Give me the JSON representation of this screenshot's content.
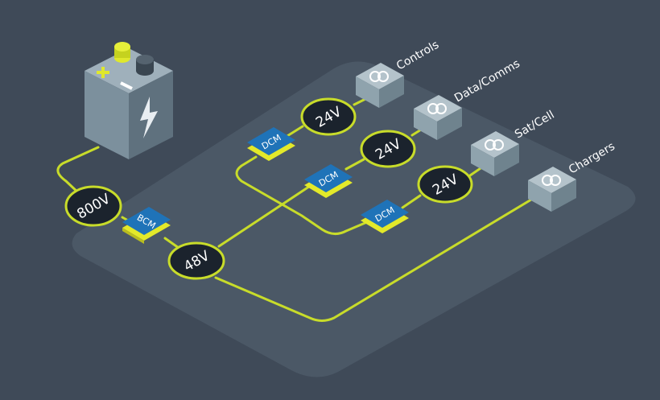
{
  "diagram": {
    "source": {
      "voltage": "800V"
    },
    "bus": {
      "converter": "BCM",
      "voltage": "48V"
    },
    "branches": [
      {
        "converter": "DCM",
        "voltage": "24V",
        "load": "Controls"
      },
      {
        "converter": "DCM",
        "voltage": "24V",
        "load": "Data/Comms"
      },
      {
        "converter": "DCM",
        "voltage": "24V",
        "load": "Sat/Cell"
      }
    ],
    "direct_load": {
      "load": "Chargers"
    }
  },
  "colors": {
    "background": "#3f4a58",
    "platform": "#4e5b69",
    "wire": "#c8dc2a",
    "node": "#1b232d",
    "module_blue": "#1f73b8",
    "module_base": "#e3e92a",
    "battery": "#7c909d",
    "load_box": "#8fa3ad"
  }
}
